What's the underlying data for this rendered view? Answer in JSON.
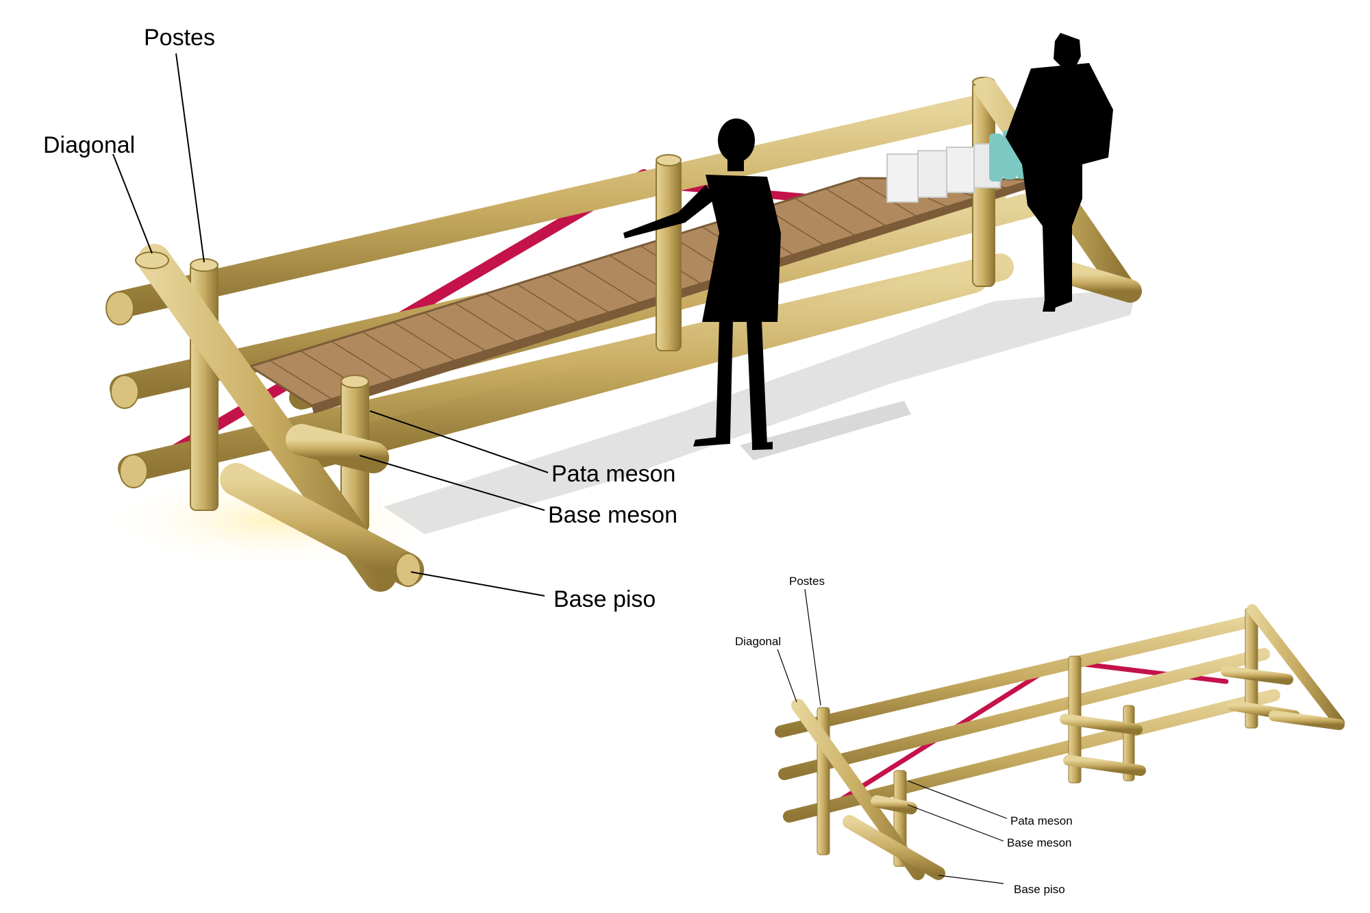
{
  "figure_main": {
    "labels": {
      "postes": "Postes",
      "diagonal": "Diagonal",
      "pata_meson": "Pata meson",
      "base_meson": "Base meson",
      "base_piso": "Base piso"
    }
  },
  "figure_inset": {
    "labels": {
      "postes": "Postes",
      "diagonal": "Diagonal",
      "pata_meson": "Pata meson",
      "base_meson": "Base meson",
      "base_piso": "Base piso"
    }
  },
  "colors": {
    "bamboo": "#c9ad63",
    "bamboo_dark": "#8f7634",
    "bamboo_light": "#e6d49a",
    "wood": "#b08a5e",
    "wood_dark": "#7b5b38",
    "red_strap": "#c4124a",
    "silhouette": "#000000",
    "shadow": "#d0d0d0"
  }
}
